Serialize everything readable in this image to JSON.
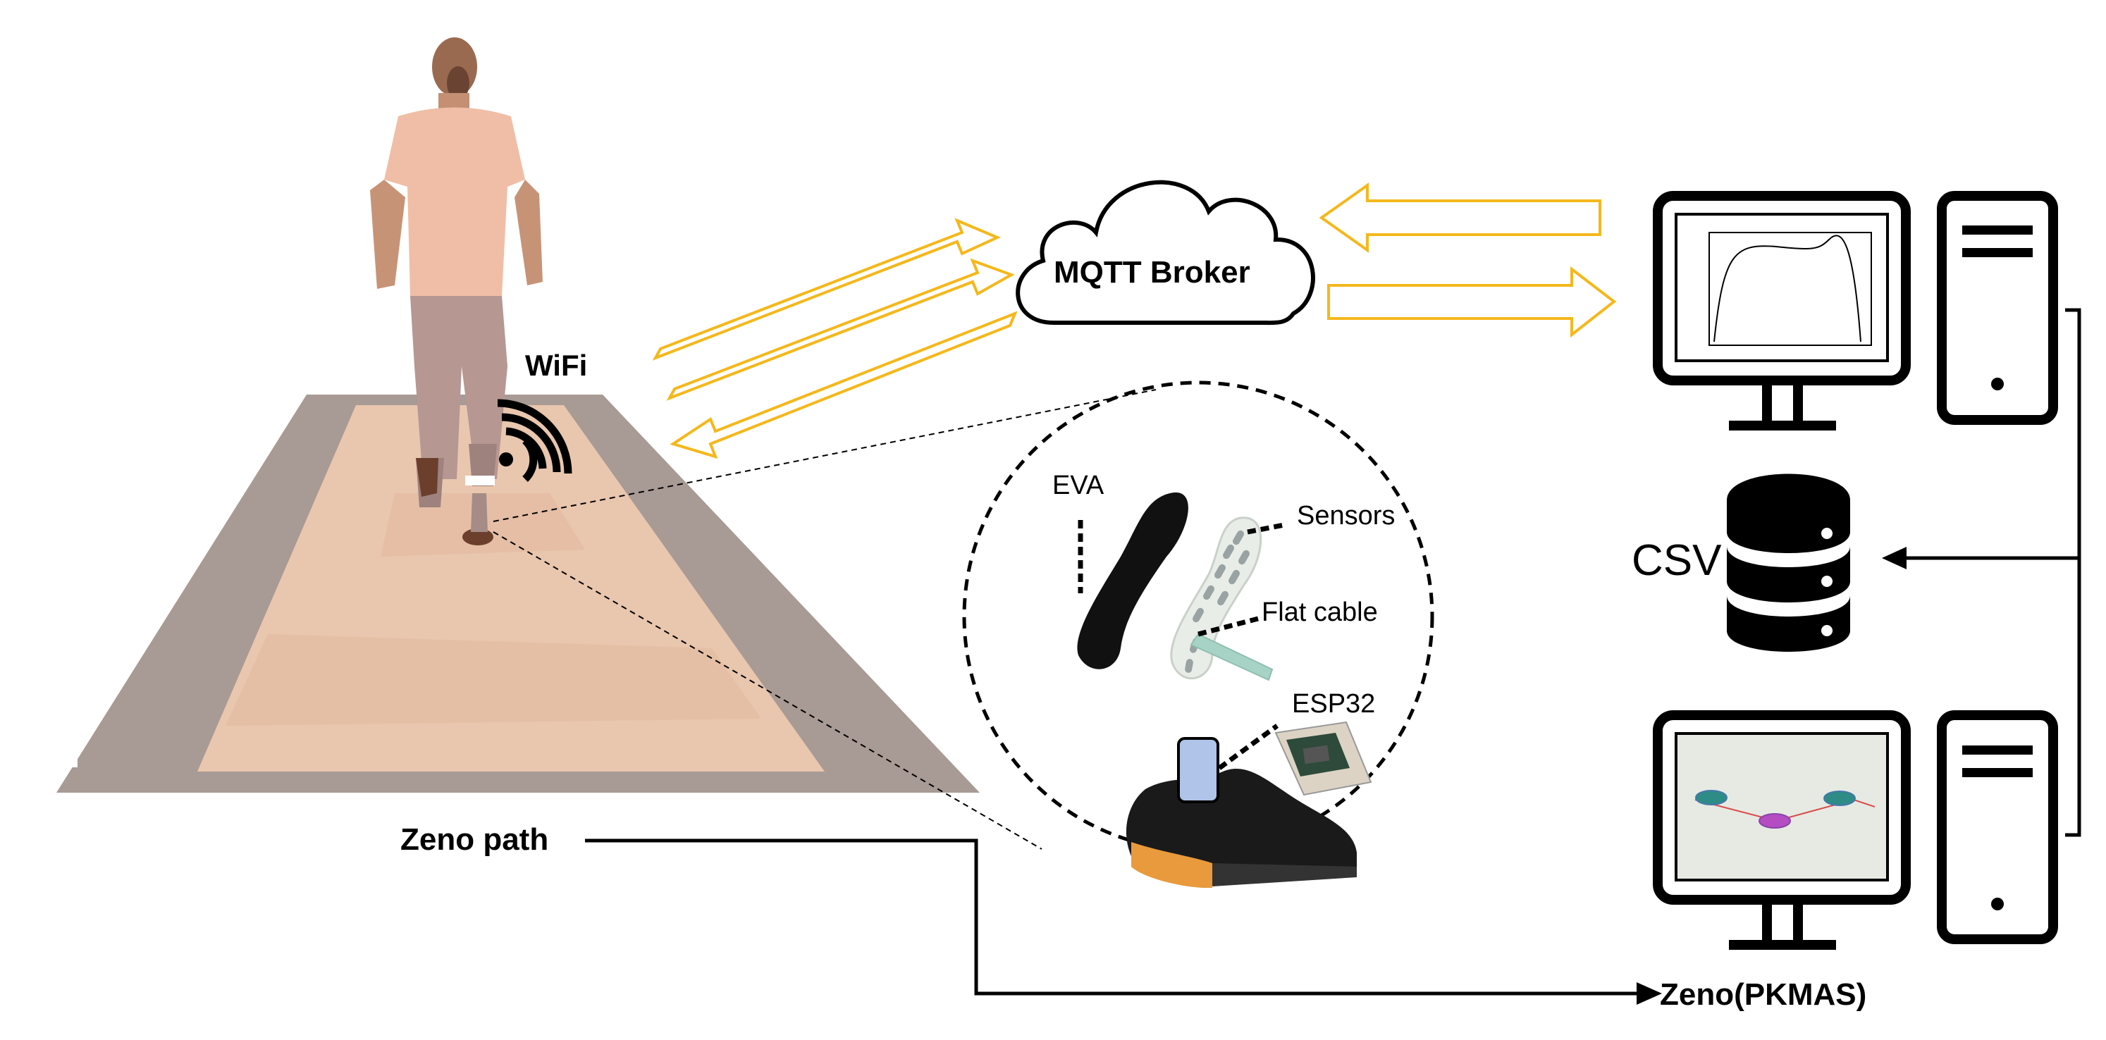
{
  "labels": {
    "wifi": "WiFi",
    "broker": "MQTT Broker",
    "eva": "EVA",
    "sensors": "Sensors",
    "flat_cable": "Flat cable",
    "esp32": "ESP32",
    "csv": "CSV",
    "zeno_path": "Zeno path",
    "zeno_pkmas": "Zeno(PKMAS)"
  },
  "colors": {
    "arrow_yellow": "#F4B81C",
    "walkway_border": "#A89A94",
    "walkway_inner": "#E9C6AE",
    "line": "#000000"
  },
  "icons": [
    "person-walking",
    "wifi-icon",
    "cloud-icon",
    "monitor-icon",
    "tower-pc-icon",
    "database-icon",
    "insole-icon",
    "shoe-icon",
    "esp32-board-icon"
  ]
}
